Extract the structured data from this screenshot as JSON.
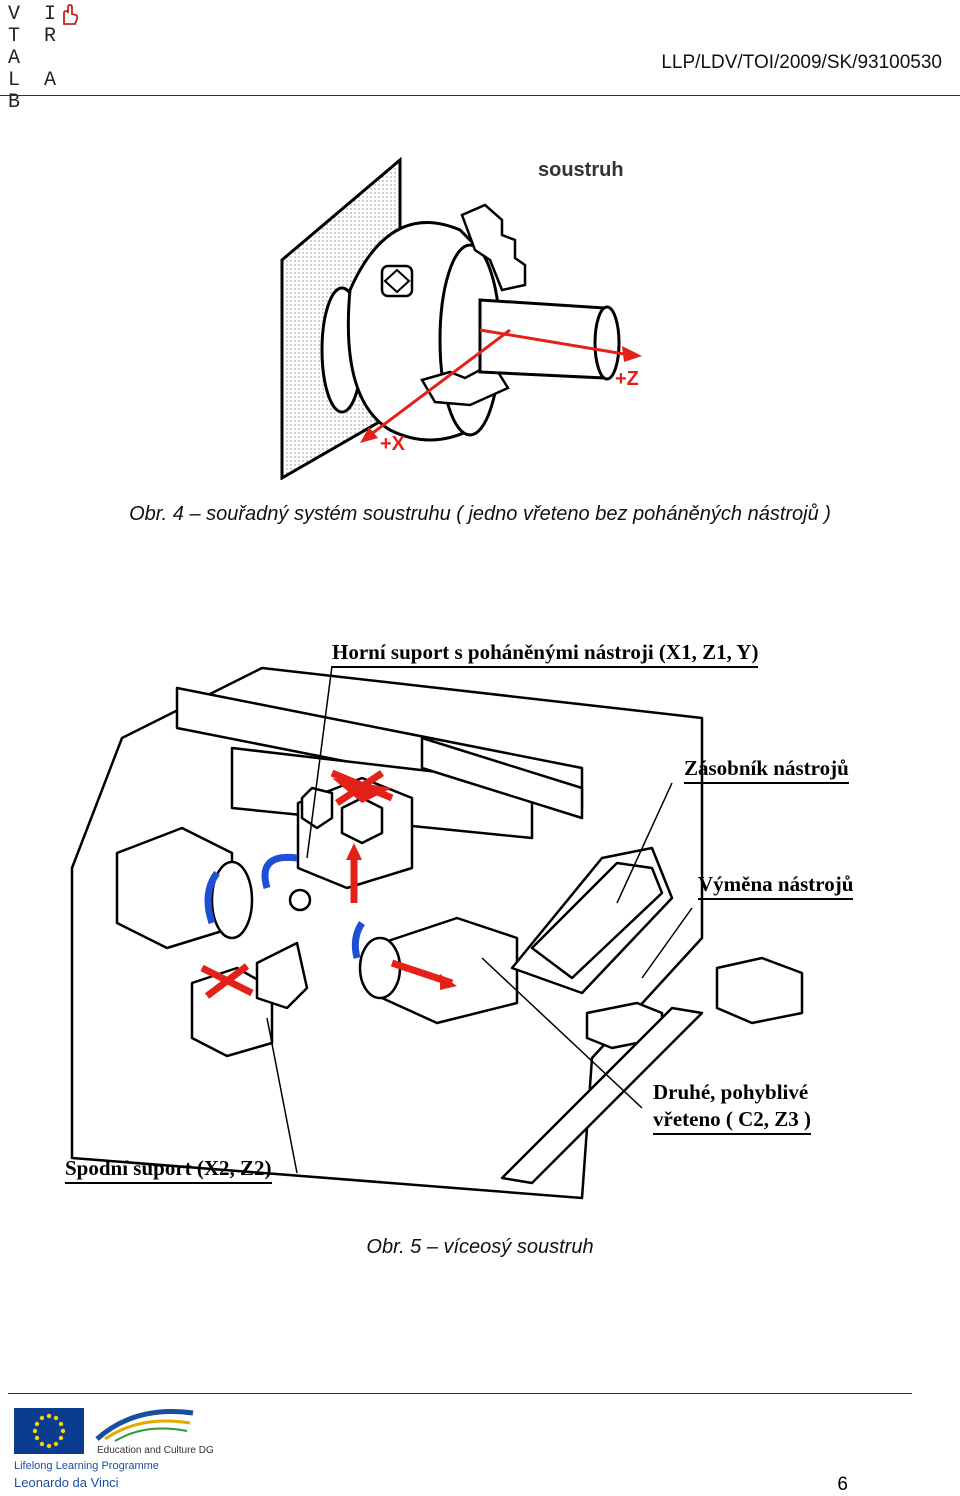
{
  "header": {
    "logo_rows": [
      "V I",
      "T R A",
      "L A B"
    ],
    "project_code": "LLP/LDV/TOI/2009/SK/93100530"
  },
  "figure1": {
    "label": "soustruh",
    "axis_x": "+X",
    "axis_z": "+Z",
    "caption": "Obr. 4 – souřadný systém soustruhu ( jedno vřeteno bez poháněných nástrojů )"
  },
  "figure2": {
    "label_top": "Horní suport s poháněnými nástroji (X1, Z1, Y)",
    "label_magazine": "Zásobník nástrojů",
    "label_exchange": "Výměna nástrojů",
    "label_second_spindle_1": "Druhé, pohyblivé",
    "label_second_spindle_2": "vřeteno ( C2, Z3 )",
    "label_bottom": "Spodní suport (X2, Z2)",
    "caption": "Obr. 5 – víceosý soustruh"
  },
  "footer": {
    "education": "Education and Culture DG",
    "llp": "Lifelong Learning Programme",
    "leonardo": "Leonardo da Vinci",
    "page_number": "6"
  },
  "colors": {
    "arrow_red": "#e32119",
    "arrow_blue": "#1f4fd6",
    "eu_blue": "#0a3d8f",
    "eu_star": "#ffd200"
  }
}
